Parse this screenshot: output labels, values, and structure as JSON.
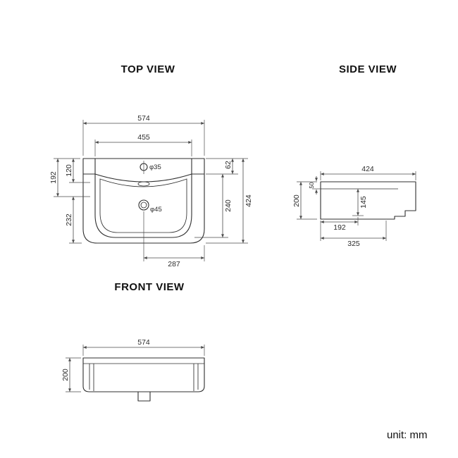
{
  "page": {
    "unit_label": "unit: mm",
    "background": "#ffffff",
    "ink_color": "#2b2b2b"
  },
  "views": {
    "top": {
      "title": "TOP VIEW",
      "dims": {
        "overall_width": "574",
        "bowl_width": "455",
        "rim_right": "62",
        "back_depth": "192",
        "deck_depth": "120",
        "front_depth": "232",
        "bowl_depth": "240",
        "overall_depth": "424",
        "drain_offset": "287",
        "faucet_hole": "φ35",
        "drain_hole": "φ45"
      }
    },
    "side": {
      "title": "SIDE VIEW",
      "dims": {
        "overall_depth": "424",
        "height": "200",
        "rim_thickness": "50",
        "inner_height": "145",
        "inner_depth": "192",
        "bottom_depth": "325"
      }
    },
    "front": {
      "title": "FRONT VIEW",
      "dims": {
        "overall_width": "574",
        "height": "200"
      }
    }
  }
}
